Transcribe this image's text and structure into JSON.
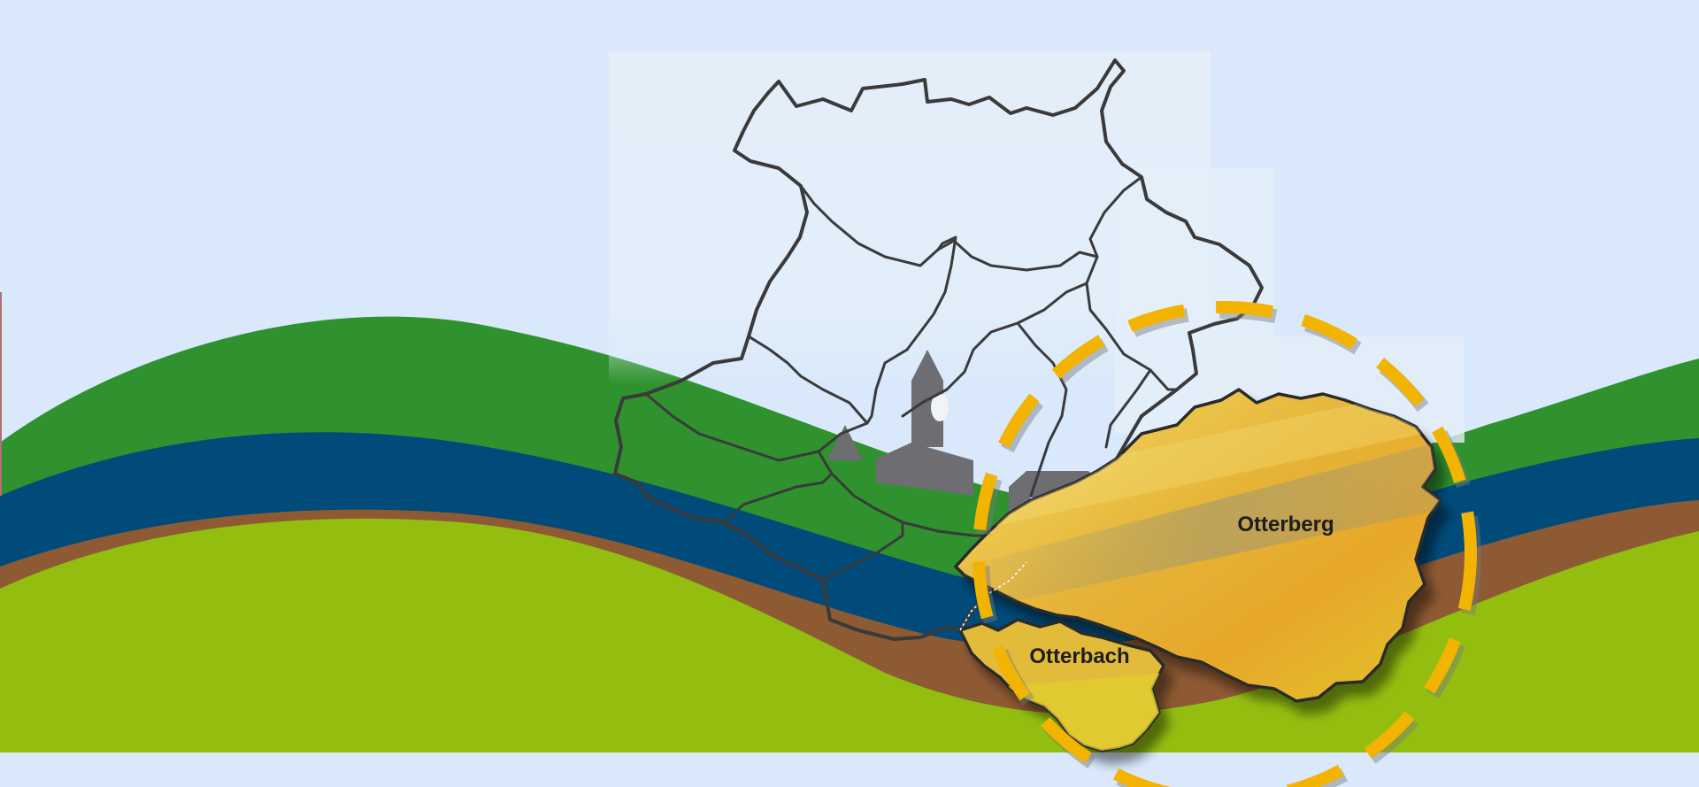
{
  "map": {
    "regions": {
      "otterberg": {
        "label": "Otterberg"
      },
      "otterbach": {
        "label": "Otterbach"
      }
    },
    "colors": {
      "sky": "#d9e9fb",
      "hill_dark_green": "#2f922e",
      "river_blue": "#004b7a",
      "soil_brown": "#8e5a33",
      "field_light_green": "#93be10",
      "highlight_yellow": "#f2d24d",
      "highlight_orange": "#e9ad2f",
      "dashed_circle": "#f2b400",
      "silhouette_grey": "#6d6d72"
    },
    "highlight": {
      "shape": "dashed-circle",
      "target": "Otterberg"
    }
  }
}
